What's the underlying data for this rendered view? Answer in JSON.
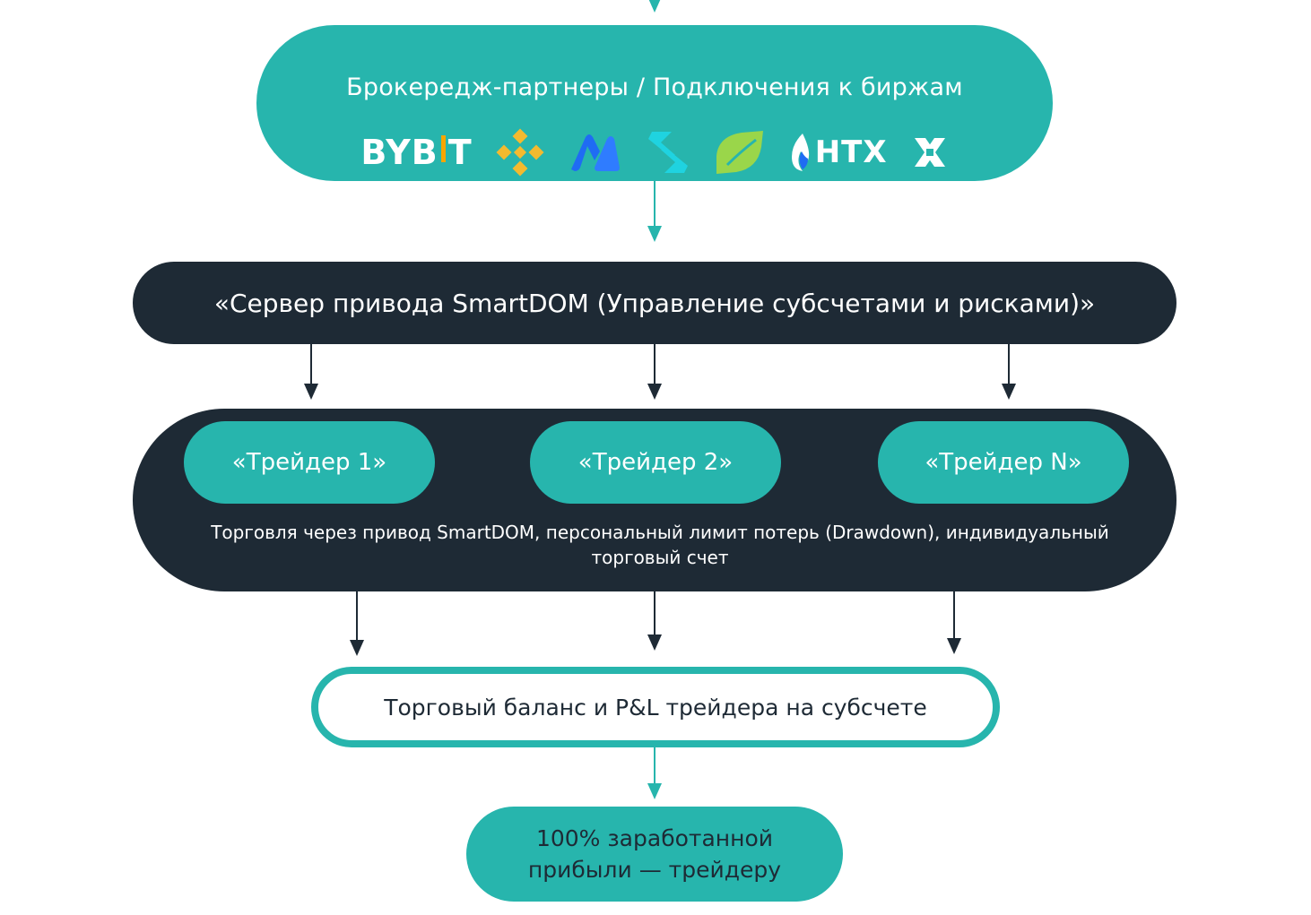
{
  "brokerage": {
    "title": "Брокередж-партнеры / Подключения к биржам",
    "logos": [
      {
        "name": "bybit",
        "text_left": "BYB",
        "text_right": "T",
        "accent": "#f7a600"
      },
      {
        "name": "binance",
        "color": "#f3ba2f"
      },
      {
        "name": "mexc",
        "color": "#1f6cf3"
      },
      {
        "name": "bitget",
        "color": "#1fd3e0"
      },
      {
        "name": "kucoin-leaf",
        "color": "#9ad64a"
      },
      {
        "name": "htx",
        "text": "HTX",
        "flame": "#1f6cf3"
      },
      {
        "name": "x-exchange",
        "color": "#ffffff"
      }
    ]
  },
  "server": {
    "title": "«Сервер привода SmartDOM (Управление субсчетами и рисками)»"
  },
  "traders": {
    "items": [
      "«Трейдер 1»",
      "«Трейдер 2»",
      "«Трейдер N»"
    ],
    "note": "Торговля через привод SmartDOM, персональный лимит потерь (Drawdown), индивидуальный торговый счет"
  },
  "balance": {
    "title": "Торговый баланс и P&L трейдера на субсчете"
  },
  "profit": {
    "title": "100% заработанной прибыли — трейдеру"
  },
  "colors": {
    "teal": "#27b5ad",
    "dark": "#1e2a35",
    "white": "#ffffff"
  }
}
